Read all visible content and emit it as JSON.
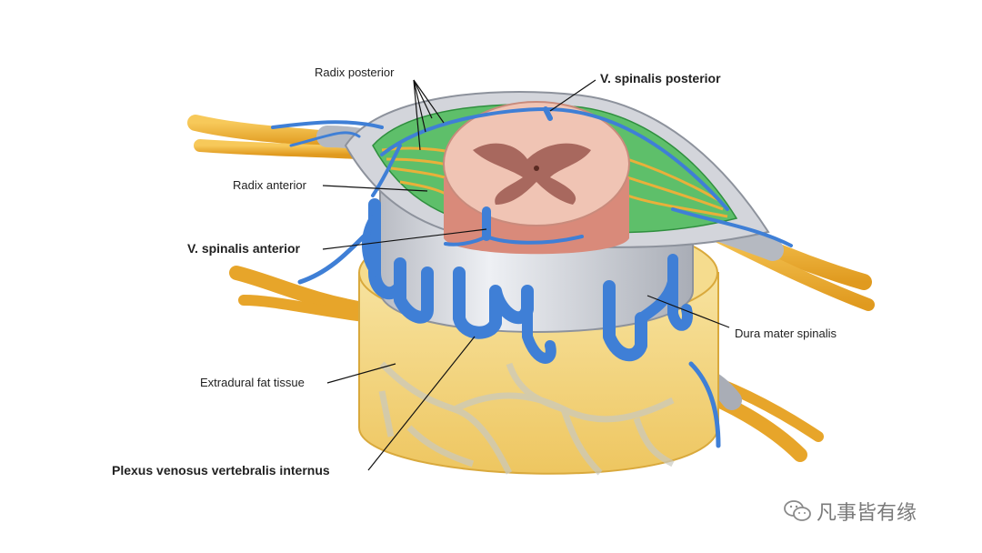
{
  "labels": {
    "radix_posterior": "Radix posterior",
    "v_spinalis_posterior": "V. spinalis posterior",
    "radix_anterior": "Radix anterior",
    "v_spinalis_anterior": "V. spinalis anterior",
    "dura_mater_spinalis": "Dura mater spinalis",
    "extradural_fat_tissue": "Extradural fat tissue",
    "plexus_venosus": "Plexus venosus vertebralis internus"
  },
  "watermark": {
    "text": "凡事皆有缘",
    "icon": "wechat-icon"
  },
  "colors": {
    "nerve": "#f2b233",
    "vein": "#3f7fd6",
    "fat": "#f3d27a",
    "dura": "#c7c9cf",
    "subarachnoid": "#5ebf6a",
    "cord": "#f0c4b4",
    "gray_matter": "#a8685e"
  }
}
